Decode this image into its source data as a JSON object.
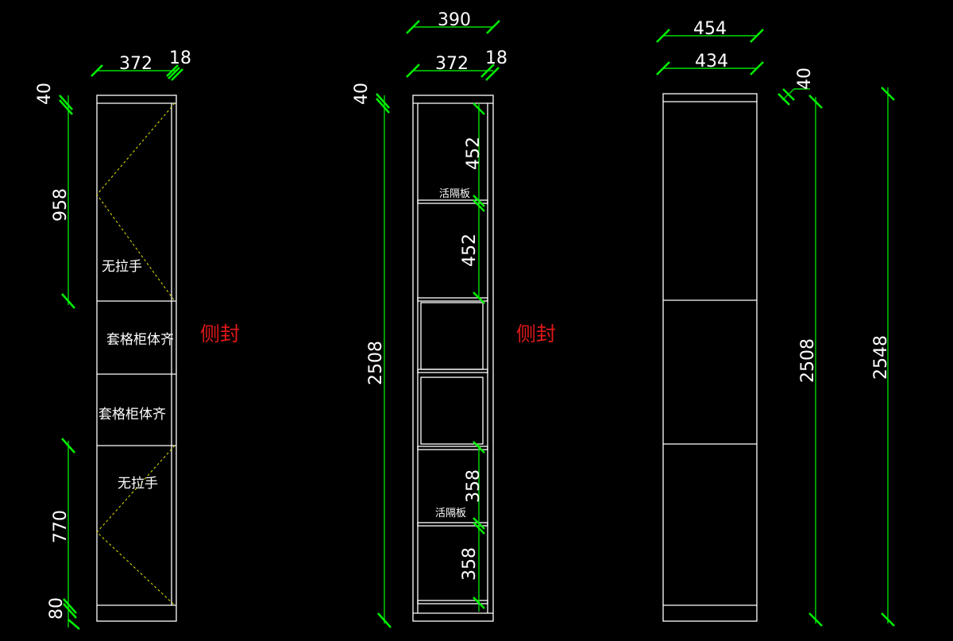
{
  "drawing": {
    "background_color": "#000000",
    "line_color": "#ffffff",
    "dimension_color": "#00dd00",
    "guide_line_color": "#e6e600",
    "note_color": "#e01818"
  },
  "views": {
    "left": {
      "dim_width": "372",
      "dim_side": "18",
      "dim_top": "40",
      "dim_upper_door": "958",
      "dim_lower_door": "770",
      "dim_bottom": "80",
      "label_no_handle_upper": "无拉手",
      "label_align_1": "套格柜体齐",
      "label_align_2": "套格柜体齐",
      "label_no_handle_lower": "无拉手",
      "side_note": "侧封"
    },
    "middle": {
      "dim_outer_width": "390",
      "dim_width": "372",
      "dim_side": "18",
      "dim_top": "40",
      "dim_total_height": "2508",
      "dim_shelf_1": "452",
      "dim_shelf_2": "452",
      "dim_shelf_3": "358",
      "dim_shelf_4": "358",
      "label_shelf_1": "活隔板",
      "label_shelf_2": "活隔板",
      "side_note": "侧封"
    },
    "right": {
      "dim_outer_width": "454",
      "dim_width": "434",
      "dim_top": "40",
      "dim_height": "2508",
      "dim_total_height": "2548"
    }
  }
}
